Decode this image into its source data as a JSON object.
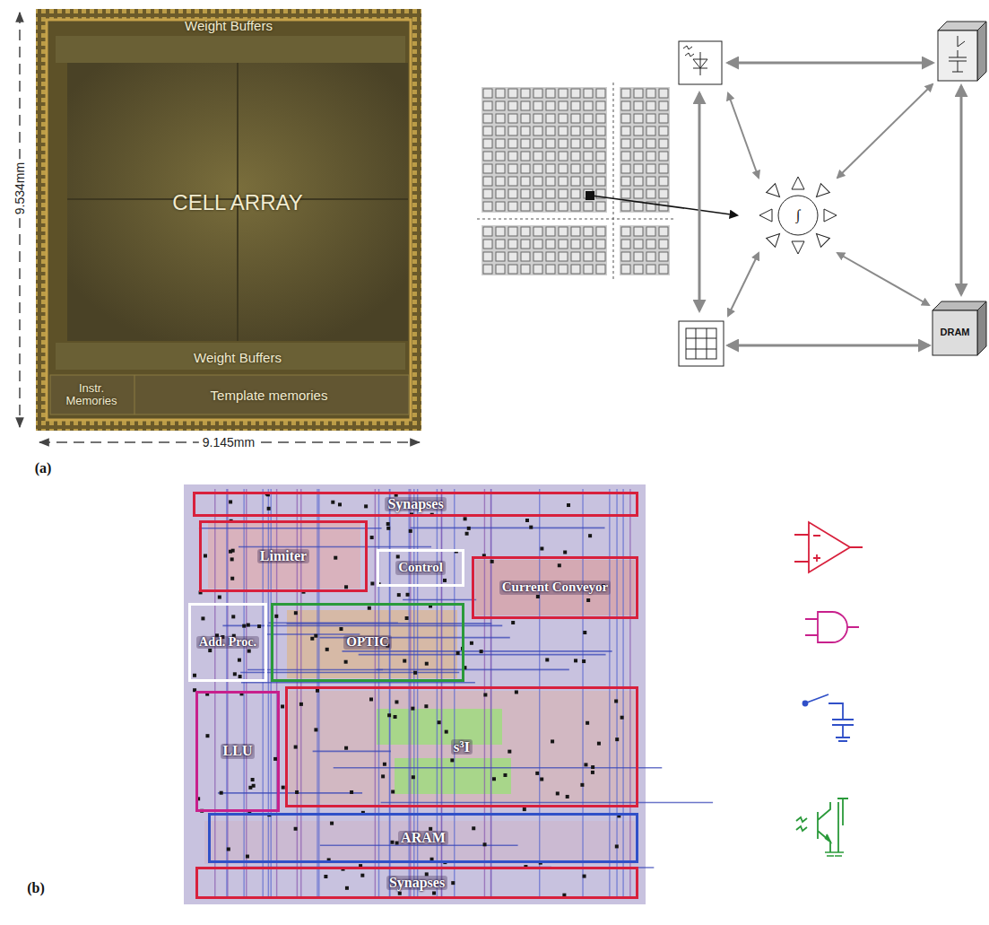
{
  "diagram": {
    "nodes": [
      {
        "text": [
          "Synapses"
        ]
      },
      {
        "text": [
          "Limiter"
        ]
      },
      {
        "text": [
          "Control"
        ]
      },
      {
        "text": [
          "Current Conveyor"
        ]
      },
      {
        "text": [
          "Add. Proc."
        ]
      },
      {
        "text": [
          "OPTIC"
        ]
      },
      {
        "text": [
          "s³I"
        ]
      },
      {
        "text": [
          "LLU"
        ]
      },
      {
        "text": [
          "ARAM"
        ]
      },
      {
        "text": [
          "Synapses"
        ]
      },
      {
        "text": [
          "DRAM"
        ]
      }
    ],
    "labels": [
      "Weight Buffers",
      "CELL ARRAY",
      "Weight Buffers",
      "Instr. Memories",
      "Template memories",
      "9.534mm",
      "9.145mm",
      "(a)",
      "(b)",
      "∫"
    ]
  }
}
